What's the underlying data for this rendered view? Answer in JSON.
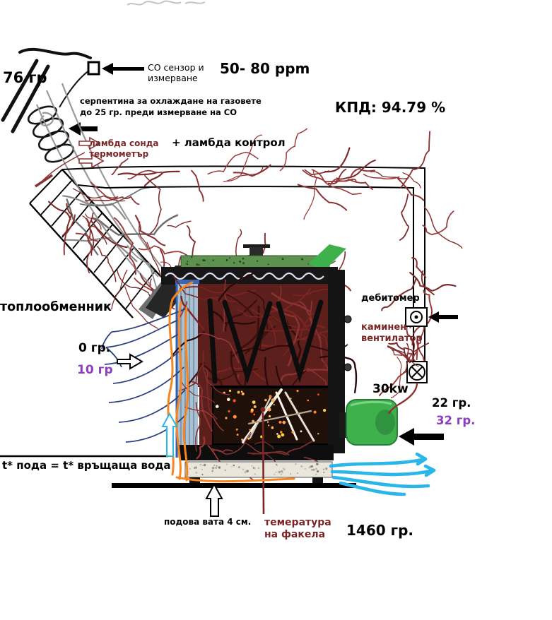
{
  "colors": {
    "darkred": "#7b2626",
    "annred": "#8b3232",
    "purple": "#8b3fc0",
    "orange": "#f5861f",
    "cyan": "#29b6e8",
    "blue": "#2b3f80",
    "green": "#3fb14c"
  },
  "labels": {
    "temp_76": "76 гр",
    "co_sensor": "СО сензор и\nизмерване",
    "ppm_range": "50- 80 ppm",
    "efficiency": "КПД: 94.79 %",
    "serpentine_note": "серпентина за охлаждане на газовете\nдо 25 гр. преди измерване на СО",
    "lambda_probe": "ламбда сонда\nтермометър",
    "lambda_control": "+ ламбда контрол",
    "heat_exchanger": "топлообменник",
    "temp_0": "0 гр.",
    "temp_10": "10 гр",
    "flow_meter": "дебитомер",
    "chimney_fan": "каминен\nвентилатор",
    "power": "30kw",
    "temp_22": "22 гр.",
    "temp_32": "32 гр.",
    "floor_equation": "t* пода = t* връщаща вода",
    "floor_wool": "подова вата 4 см.",
    "flame_temp": "темература\nна факела",
    "temp_1460": "1460 гр."
  }
}
